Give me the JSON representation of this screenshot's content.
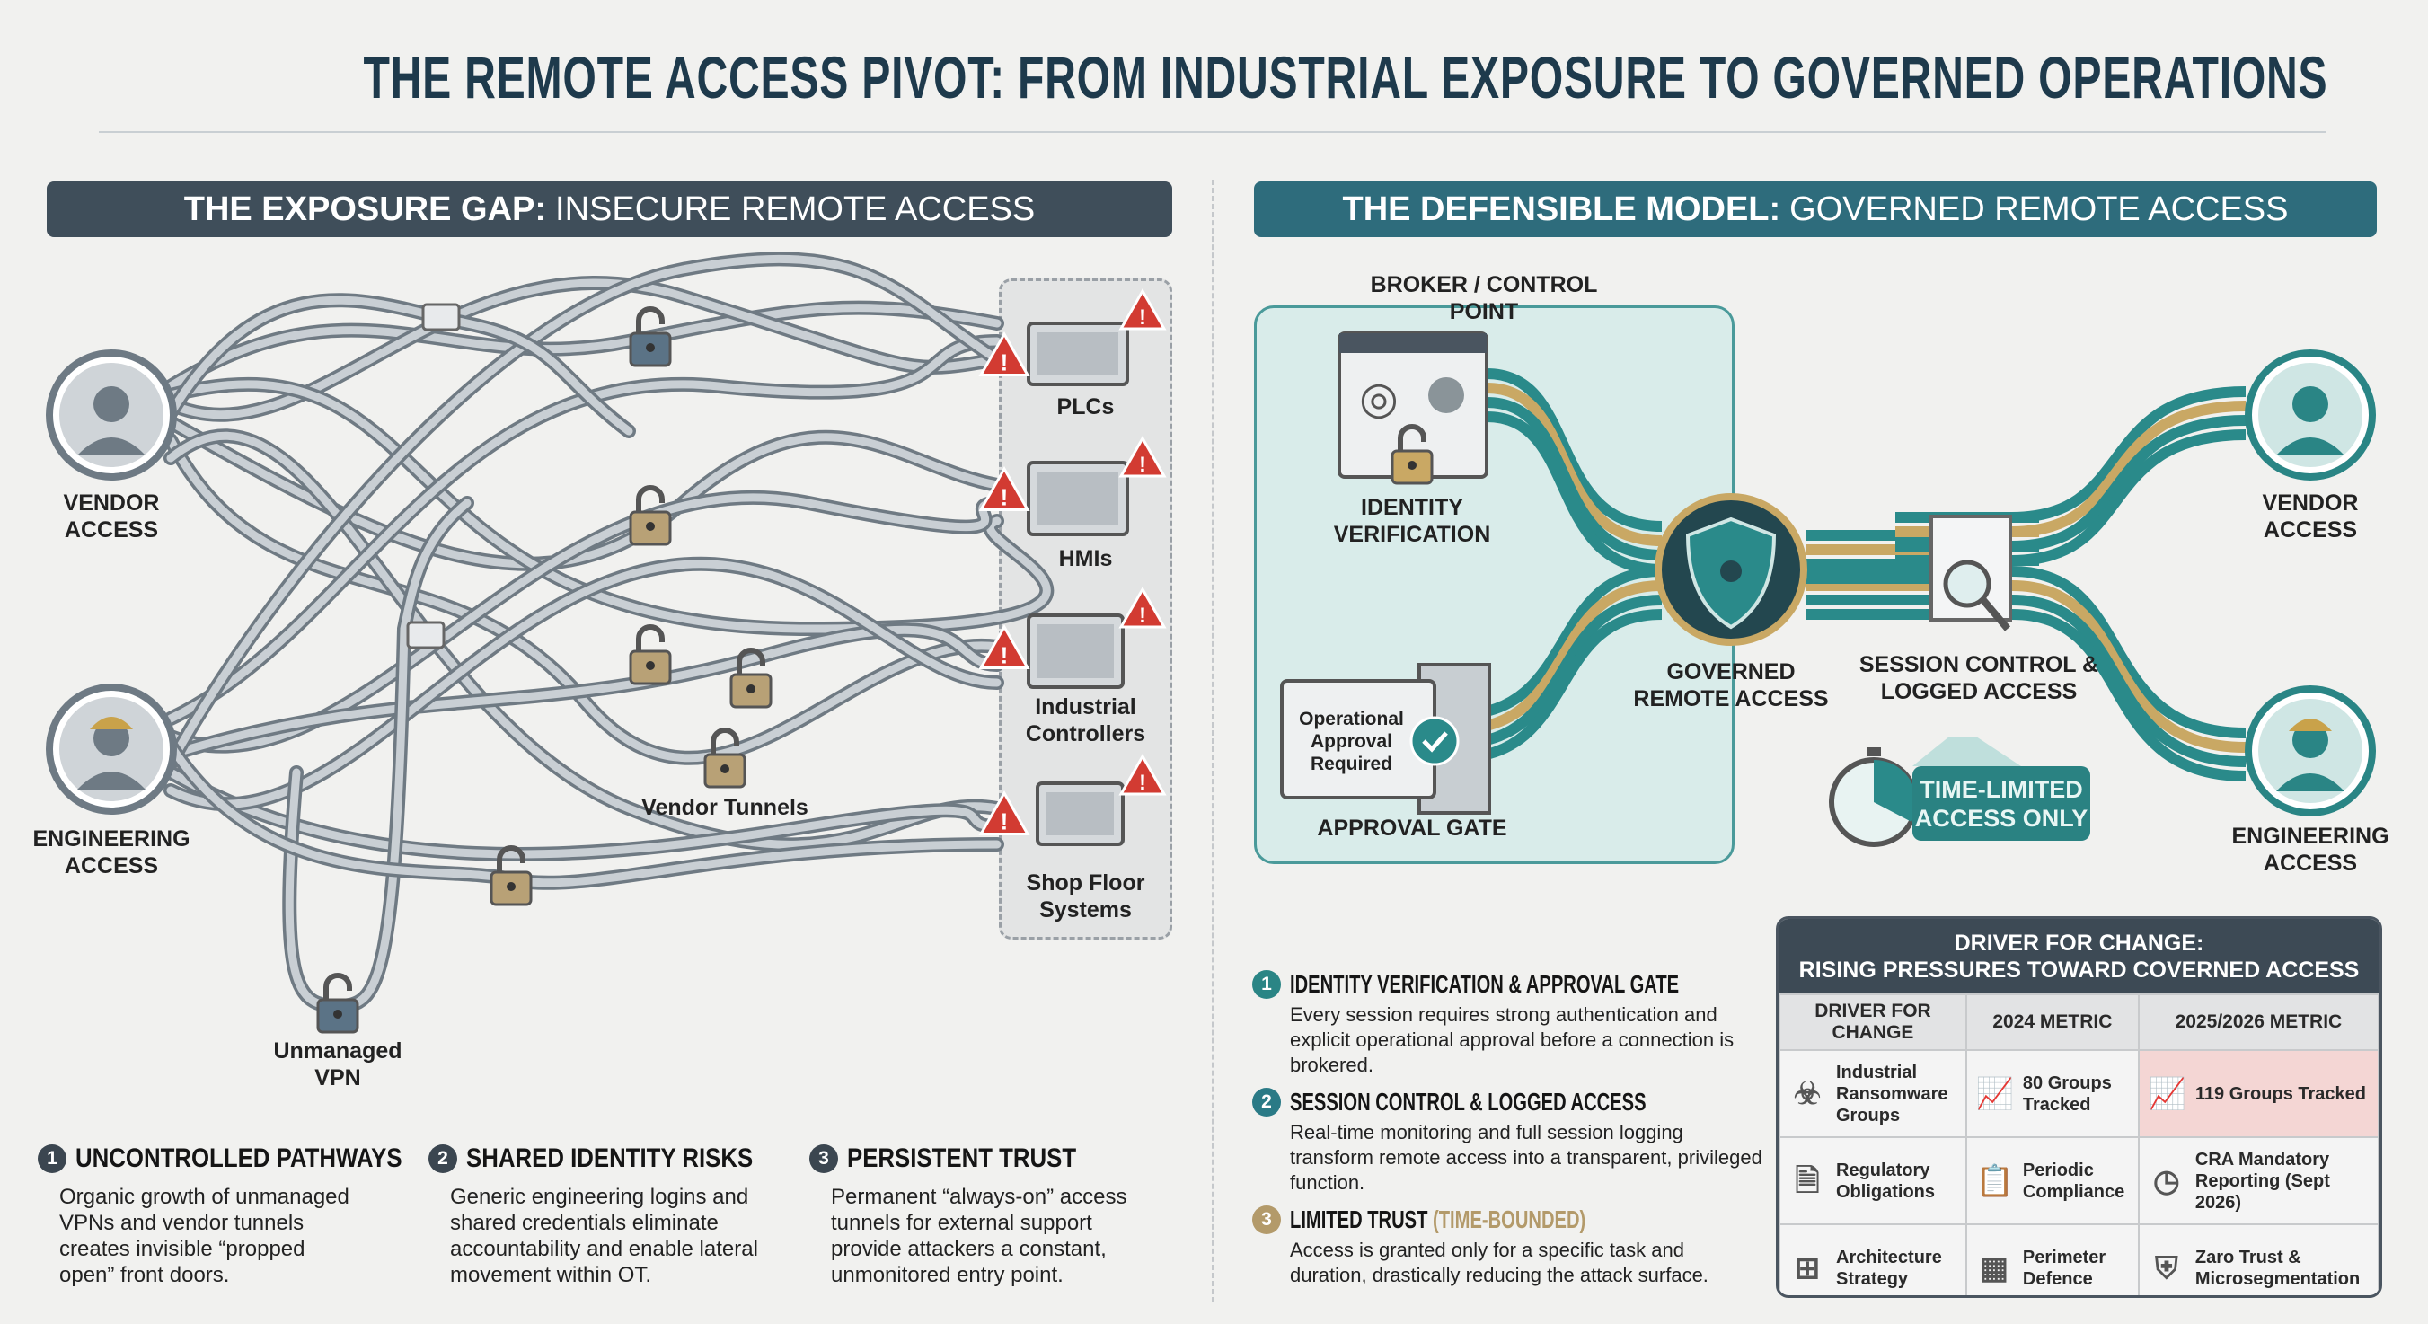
{
  "title": "THE REMOTE ACCESS PIVOT: FROM INDUSTRIAL EXPOSURE TO GOVERNED OPERATIONS",
  "left": {
    "header_bold": "THE EXPOSURE GAP:",
    "header_rest": "INSECURE REMOTE ACCESS",
    "header_color": "#3f4e5a",
    "vendor": "VENDOR ACCESS",
    "engineering": "ENGINEERING ACCESS",
    "devices": [
      "PLCs",
      "HMIs",
      "Industrial Controllers",
      "Shop Floor Systems"
    ],
    "vendor_tunnels": "Vendor Tunnels",
    "unmanaged_vpn": "Unmanaged VPN",
    "points": [
      {
        "num": "1",
        "title": "UNCONTROLLED PATHWAYS",
        "body": "Organic growth of unmanaged VPNs and vendor tunnels creates invisible “propped open” front doors."
      },
      {
        "num": "2",
        "title": "SHARED IDENTITY RISKS",
        "body": "Generic engineering logins and shared credentials eliminate accountability and enable lateral movement within OT."
      },
      {
        "num": "3",
        "title": "PERSISTENT TRUST",
        "body": "Permanent “always-on” access tunnels for external support provide attackers a constant, unmonitored entry point."
      }
    ]
  },
  "right": {
    "header_bold": "THE DEFENSIBLE MODEL:",
    "header_rest": "GOVERNED REMOTE ACCESS",
    "header_color": "#2e6c7c",
    "broker": "BROKER / CONTROL POINT",
    "identity": "IDENTITY VERIFICATION",
    "approval_window": "Operational Approval Required",
    "approval_gate": "APPROVAL GATE",
    "governed": "GOVERNED REMOTE ACCESS",
    "session": "SESSION CONTROL & LOGGED ACCESS",
    "time_limited": "TIME-LIMITED ACCESS ONLY",
    "vendor": "VENDOR ACCESS",
    "engineering": "ENGINEERING ACCESS",
    "points": [
      {
        "num": "1",
        "title": "IDENTITY VERIFICATION & APPROVAL GATE",
        "body": "Every session requires strong authentication and explicit operational approval before a connection is brokered.",
        "color": "#2a8585"
      },
      {
        "num": "2",
        "title": "SESSION CONTROL & LOGGED ACCESS",
        "body": "Real-time monitoring and full session logging transform remote access into a transparent, privileged function.",
        "color": "#2a7a86"
      },
      {
        "num": "3",
        "title": "LIMITED TRUST",
        "title_accent": "(TIME-BOUNDED)",
        "body": "Access is granted only for a specific task and duration, drastically reducing the attack surface.",
        "color": "#b39a6a"
      }
    ]
  },
  "table": {
    "title1": "DRIVER FOR CHANGE:",
    "title2": "RISING PRESSURES TOWARD COVERNED ACCESS",
    "columns": [
      "DRIVER FOR CHANGE",
      "2024 METRIC",
      "2025/2026 METRIC"
    ],
    "rows": [
      {
        "driver": "Industrial Ransomware Groups",
        "m2024": "80 Groups Tracked",
        "m2026": "119 Groups Tracked",
        "icons": [
          "biohazard-icon",
          "bar-chart-up-icon",
          "bar-chart-up-icon"
        ]
      },
      {
        "driver": "Regulatory Obligations",
        "m2024": "Periodic Compliance",
        "m2026": "CRA Mandatory Reporting (Sept 2026)",
        "icons": [
          "document-check-icon",
          "clipboard-icon",
          "clock-icon"
        ]
      },
      {
        "driver": "Architecture Strategy",
        "m2024": "Perimeter Defence",
        "m2026": "Zaro Trust & Microsegmentation",
        "icons": [
          "hierarchy-icon",
          "firewall-icon",
          "shield-icon"
        ]
      }
    ],
    "highlight_color": "#f4d6d4"
  },
  "colors": {
    "teal": "#2a8a8a",
    "gold": "#c9a864",
    "gray_pipe": "#7d8790",
    "warning": "#d23b32"
  }
}
